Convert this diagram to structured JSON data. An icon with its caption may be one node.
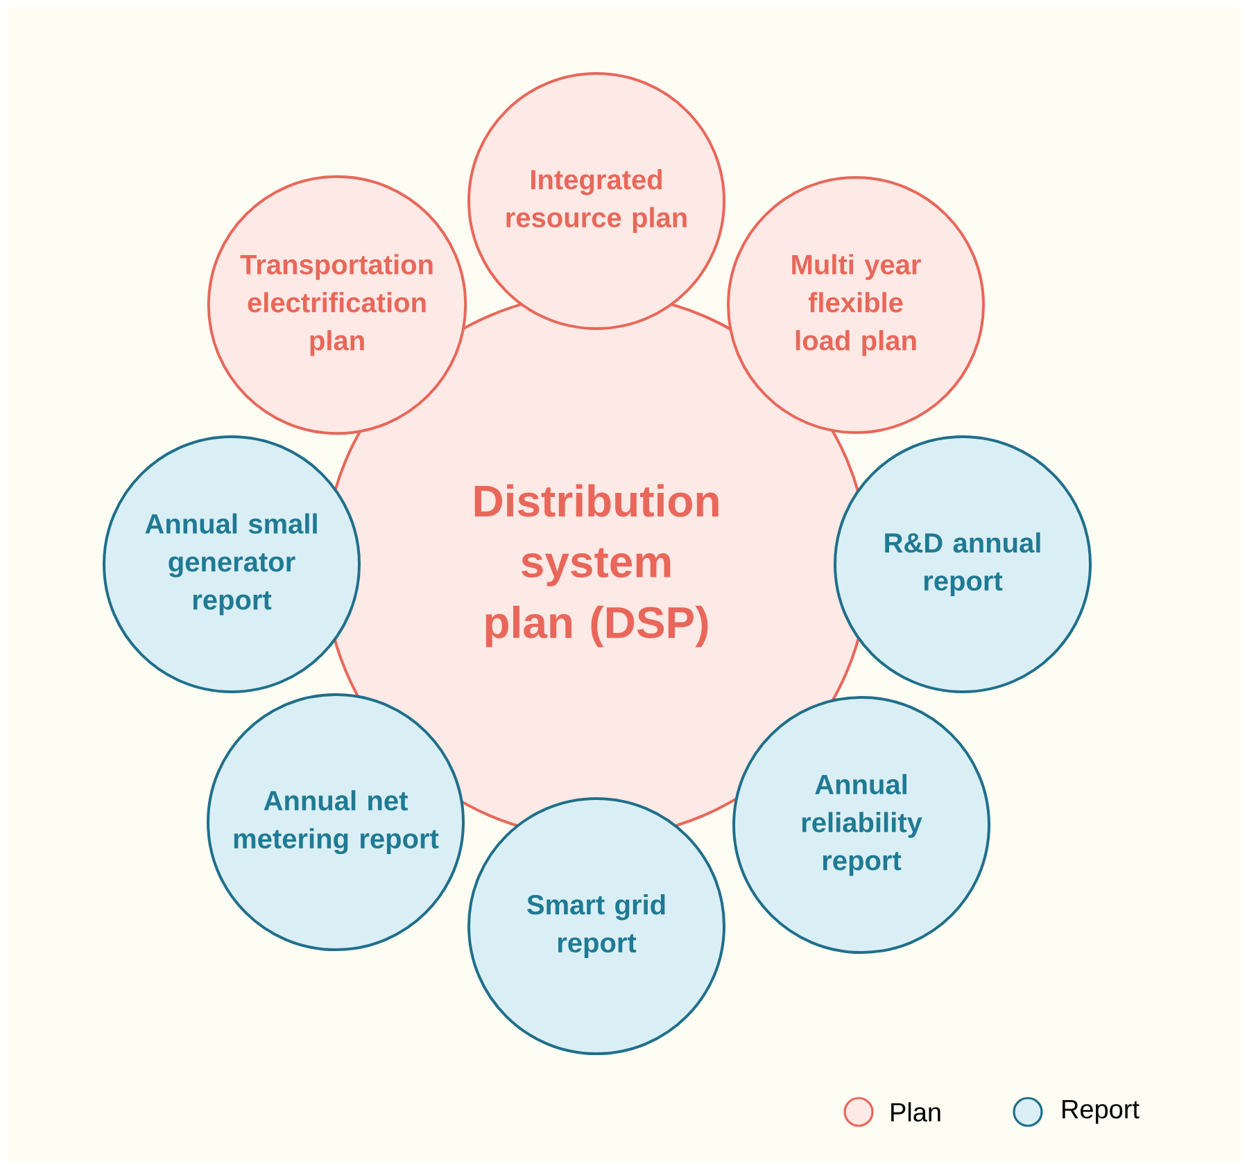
{
  "diagram": {
    "nodes": [
      {
        "text": [
          "Distribution system plan (DSP)"
        ]
      },
      {
        "text": [
          "Integrated resource plan"
        ]
      },
      {
        "text": [
          "Multi year flexible load plan"
        ]
      },
      {
        "text": [
          "R&D annual report"
        ]
      },
      {
        "text": [
          "Annual reliability report"
        ]
      },
      {
        "text": [
          "Smart grid report"
        ]
      },
      {
        "text": [
          "Annual net metering report"
        ]
      },
      {
        "text": [
          "Annual small generator report"
        ]
      },
      {
        "text": [
          "Transportation electrification plan"
        ]
      }
    ],
    "legend": [
      {
        "text": "Plan",
        "color": "#fde9e5"
      },
      {
        "text": "Report",
        "color": "#daeff5"
      }
    ]
  }
}
